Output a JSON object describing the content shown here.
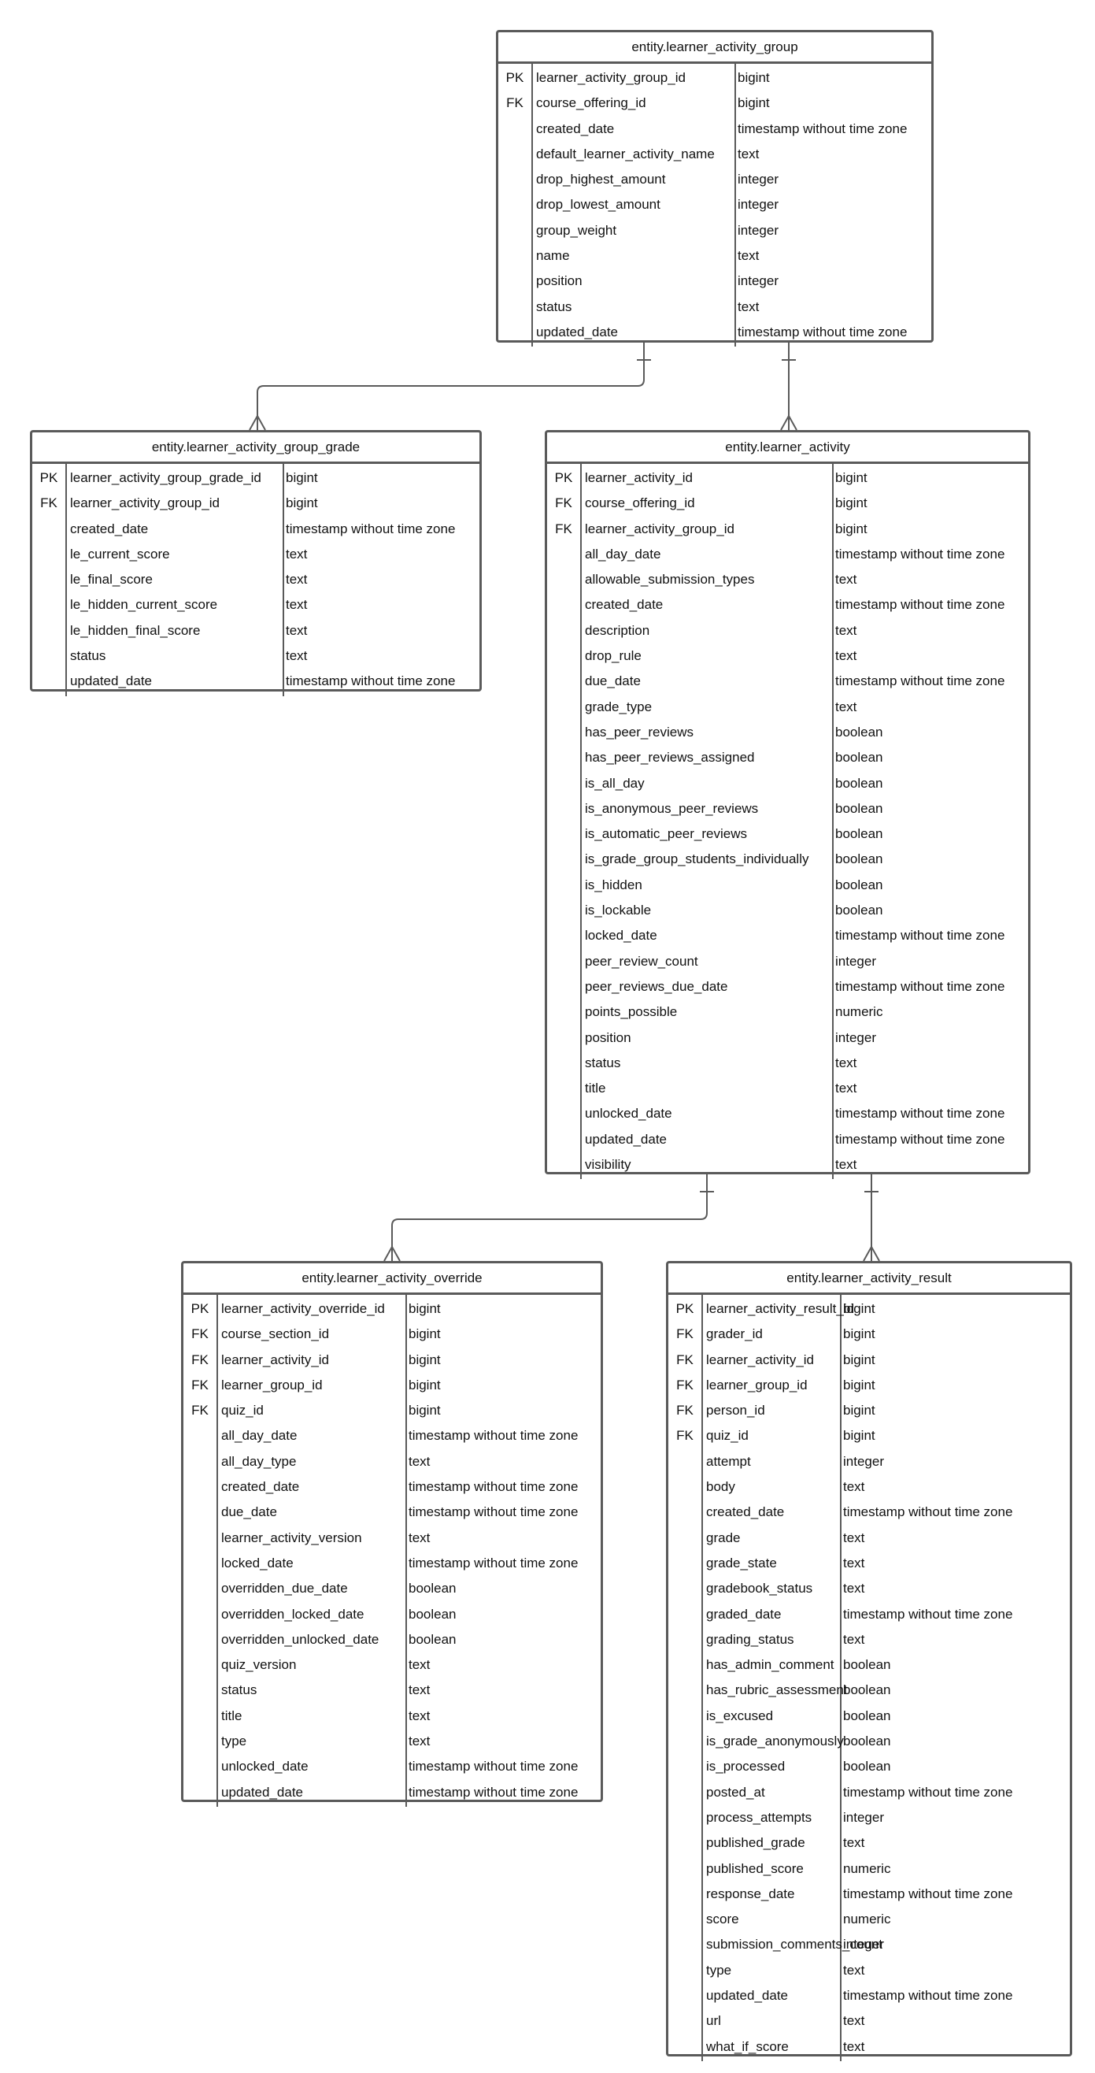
{
  "entities": [
    {
      "id": "learner_activity_group",
      "title": "entity.learner_activity_group",
      "columns": [
        {
          "key": "PK",
          "name": "learner_activity_group_id",
          "type": "bigint"
        },
        {
          "key": "FK",
          "name": "course_offering_id",
          "type": "bigint"
        },
        {
          "key": "",
          "name": "created_date",
          "type": "timestamp without time zone"
        },
        {
          "key": "",
          "name": "default_learner_activity_name",
          "type": "text"
        },
        {
          "key": "",
          "name": "drop_highest_amount",
          "type": "integer"
        },
        {
          "key": "",
          "name": "drop_lowest_amount",
          "type": "integer"
        },
        {
          "key": "",
          "name": "group_weight",
          "type": "integer"
        },
        {
          "key": "",
          "name": "name",
          "type": "text"
        },
        {
          "key": "",
          "name": "position",
          "type": "integer"
        },
        {
          "key": "",
          "name": "status",
          "type": "text"
        },
        {
          "key": "",
          "name": "updated_date",
          "type": "timestamp without time zone"
        }
      ]
    },
    {
      "id": "learner_activity_group_grade",
      "title": "entity.learner_activity_group_grade",
      "columns": [
        {
          "key": "PK",
          "name": "learner_activity_group_grade_id",
          "type": "bigint"
        },
        {
          "key": "FK",
          "name": "learner_activity_group_id",
          "type": "bigint"
        },
        {
          "key": "",
          "name": "created_date",
          "type": "timestamp without time zone"
        },
        {
          "key": "",
          "name": "le_current_score",
          "type": "text"
        },
        {
          "key": "",
          "name": "le_final_score",
          "type": "text"
        },
        {
          "key": "",
          "name": "le_hidden_current_score",
          "type": "text"
        },
        {
          "key": "",
          "name": "le_hidden_final_score",
          "type": "text"
        },
        {
          "key": "",
          "name": "status",
          "type": "text"
        },
        {
          "key": "",
          "name": "updated_date",
          "type": "timestamp without time zone"
        }
      ]
    },
    {
      "id": "learner_activity",
      "title": "entity.learner_activity",
      "columns": [
        {
          "key": "PK",
          "name": "learner_activity_id",
          "type": "bigint"
        },
        {
          "key": "FK",
          "name": "course_offering_id",
          "type": "bigint"
        },
        {
          "key": "FK",
          "name": "learner_activity_group_id",
          "type": "bigint"
        },
        {
          "key": "",
          "name": "all_day_date",
          "type": "timestamp without time zone"
        },
        {
          "key": "",
          "name": "allowable_submission_types",
          "type": "text"
        },
        {
          "key": "",
          "name": "created_date",
          "type": "timestamp without time zone"
        },
        {
          "key": "",
          "name": "description",
          "type": "text"
        },
        {
          "key": "",
          "name": "drop_rule",
          "type": "text"
        },
        {
          "key": "",
          "name": "due_date",
          "type": "timestamp without time zone"
        },
        {
          "key": "",
          "name": "grade_type",
          "type": "text"
        },
        {
          "key": "",
          "name": "has_peer_reviews",
          "type": "boolean"
        },
        {
          "key": "",
          "name": "has_peer_reviews_assigned",
          "type": "boolean"
        },
        {
          "key": "",
          "name": "is_all_day",
          "type": "boolean"
        },
        {
          "key": "",
          "name": "is_anonymous_peer_reviews",
          "type": "boolean"
        },
        {
          "key": "",
          "name": "is_automatic_peer_reviews",
          "type": "boolean"
        },
        {
          "key": "",
          "name": "is_grade_group_students_individually",
          "type": "boolean"
        },
        {
          "key": "",
          "name": "is_hidden",
          "type": "boolean"
        },
        {
          "key": "",
          "name": "is_lockable",
          "type": "boolean"
        },
        {
          "key": "",
          "name": "locked_date",
          "type": "timestamp without time zone"
        },
        {
          "key": "",
          "name": "peer_review_count",
          "type": "integer"
        },
        {
          "key": "",
          "name": "peer_reviews_due_date",
          "type": "timestamp without time zone"
        },
        {
          "key": "",
          "name": "points_possible",
          "type": "numeric"
        },
        {
          "key": "",
          "name": "position",
          "type": "integer"
        },
        {
          "key": "",
          "name": "status",
          "type": "text"
        },
        {
          "key": "",
          "name": "title",
          "type": "text"
        },
        {
          "key": "",
          "name": "unlocked_date",
          "type": "timestamp without time zone"
        },
        {
          "key": "",
          "name": "updated_date",
          "type": "timestamp without time zone"
        },
        {
          "key": "",
          "name": "visibility",
          "type": "text"
        }
      ]
    },
    {
      "id": "learner_activity_override",
      "title": "entity.learner_activity_override",
      "columns": [
        {
          "key": "PK",
          "name": "learner_activity_override_id",
          "type": "bigint"
        },
        {
          "key": "FK",
          "name": "course_section_id",
          "type": "bigint"
        },
        {
          "key": "FK",
          "name": "learner_activity_id",
          "type": "bigint"
        },
        {
          "key": "FK",
          "name": "learner_group_id",
          "type": "bigint"
        },
        {
          "key": "FK",
          "name": "quiz_id",
          "type": "bigint"
        },
        {
          "key": "",
          "name": "all_day_date",
          "type": "timestamp without time zone"
        },
        {
          "key": "",
          "name": "all_day_type",
          "type": "text"
        },
        {
          "key": "",
          "name": "created_date",
          "type": "timestamp without time zone"
        },
        {
          "key": "",
          "name": "due_date",
          "type": "timestamp without time zone"
        },
        {
          "key": "",
          "name": "learner_activity_version",
          "type": "text"
        },
        {
          "key": "",
          "name": "locked_date",
          "type": "timestamp without time zone"
        },
        {
          "key": "",
          "name": "overridden_due_date",
          "type": "boolean"
        },
        {
          "key": "",
          "name": "overridden_locked_date",
          "type": "boolean"
        },
        {
          "key": "",
          "name": "overridden_unlocked_date",
          "type": "boolean"
        },
        {
          "key": "",
          "name": "quiz_version",
          "type": "text"
        },
        {
          "key": "",
          "name": "status",
          "type": "text"
        },
        {
          "key": "",
          "name": "title",
          "type": "text"
        },
        {
          "key": "",
          "name": "type",
          "type": "text"
        },
        {
          "key": "",
          "name": "unlocked_date",
          "type": "timestamp without time zone"
        },
        {
          "key": "",
          "name": "updated_date",
          "type": "timestamp without time zone"
        }
      ]
    },
    {
      "id": "learner_activity_result",
      "title": "entity.learner_activity_result",
      "columns": [
        {
          "key": "PK",
          "name": "learner_activity_result_id",
          "type": "bigint"
        },
        {
          "key": "FK",
          "name": "grader_id",
          "type": "bigint"
        },
        {
          "key": "FK",
          "name": "learner_activity_id",
          "type": "bigint"
        },
        {
          "key": "FK",
          "name": "learner_group_id",
          "type": "bigint"
        },
        {
          "key": "FK",
          "name": "person_id",
          "type": "bigint"
        },
        {
          "key": "FK",
          "name": "quiz_id",
          "type": "bigint"
        },
        {
          "key": "",
          "name": "attempt",
          "type": "integer"
        },
        {
          "key": "",
          "name": "body",
          "type": "text"
        },
        {
          "key": "",
          "name": "created_date",
          "type": "timestamp without time zone"
        },
        {
          "key": "",
          "name": "grade",
          "type": "text"
        },
        {
          "key": "",
          "name": "grade_state",
          "type": "text"
        },
        {
          "key": "",
          "name": "gradebook_status",
          "type": "text"
        },
        {
          "key": "",
          "name": "graded_date",
          "type": "timestamp without time zone"
        },
        {
          "key": "",
          "name": "grading_status",
          "type": "text"
        },
        {
          "key": "",
          "name": "has_admin_comment",
          "type": "boolean"
        },
        {
          "key": "",
          "name": "has_rubric_assessment",
          "type": "boolean"
        },
        {
          "key": "",
          "name": "is_excused",
          "type": "boolean"
        },
        {
          "key": "",
          "name": "is_grade_anonymously",
          "type": "boolean"
        },
        {
          "key": "",
          "name": "is_processed",
          "type": "boolean"
        },
        {
          "key": "",
          "name": "posted_at",
          "type": "timestamp without time zone"
        },
        {
          "key": "",
          "name": "process_attempts",
          "type": "integer"
        },
        {
          "key": "",
          "name": "published_grade",
          "type": "text"
        },
        {
          "key": "",
          "name": "published_score",
          "type": "numeric"
        },
        {
          "key": "",
          "name": "response_date",
          "type": "timestamp without time zone"
        },
        {
          "key": "",
          "name": "score",
          "type": "numeric"
        },
        {
          "key": "",
          "name": "submission_comments_count",
          "type": "integer"
        },
        {
          "key": "",
          "name": "type",
          "type": "text"
        },
        {
          "key": "",
          "name": "updated_date",
          "type": "timestamp without time zone"
        },
        {
          "key": "",
          "name": "url",
          "type": "text"
        },
        {
          "key": "",
          "name": "what_if_score",
          "type": "text"
        }
      ]
    }
  ],
  "relationships": [
    {
      "from": "learner_activity_group",
      "to": "learner_activity_group_grade",
      "from_cardinality": "one",
      "to_cardinality": "many"
    },
    {
      "from": "learner_activity_group",
      "to": "learner_activity",
      "from_cardinality": "one",
      "to_cardinality": "many"
    },
    {
      "from": "learner_activity",
      "to": "learner_activity_override",
      "from_cardinality": "one",
      "to_cardinality": "many"
    },
    {
      "from": "learner_activity",
      "to": "learner_activity_result",
      "from_cardinality": "one",
      "to_cardinality": "many"
    }
  ]
}
